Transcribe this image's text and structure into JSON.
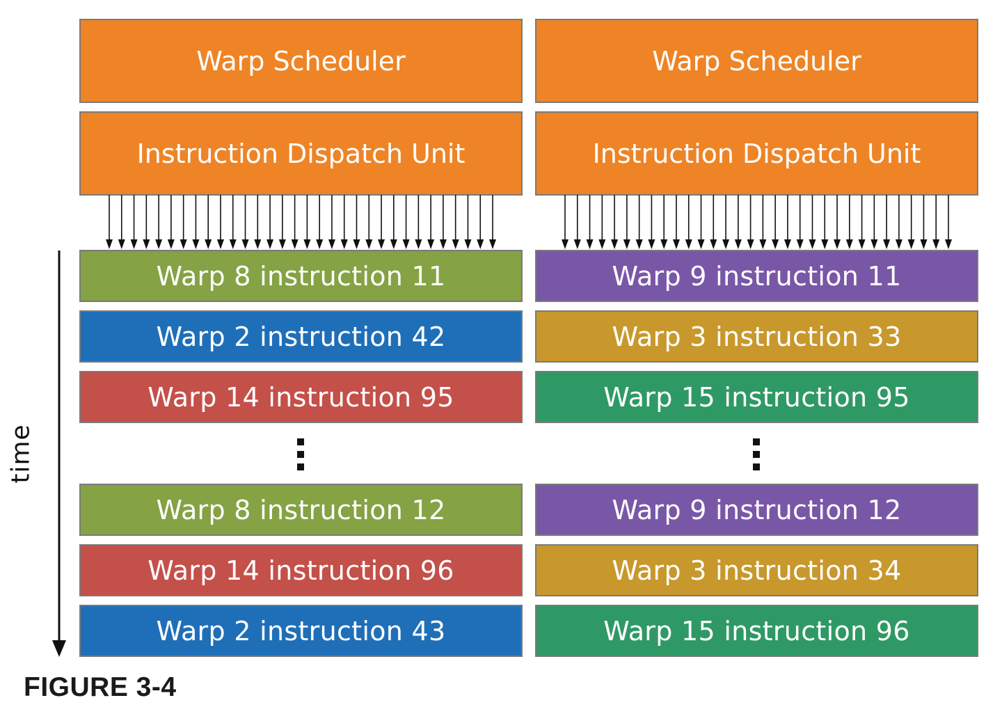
{
  "columns": [
    {
      "scheduler_label": "Warp Scheduler",
      "dispatch_label": "Instruction Dispatch Unit",
      "rows_top": [
        {
          "label": "Warp 8 instruction 11",
          "color": "#85a244"
        },
        {
          "label": "Warp 2 instruction 42",
          "color": "#1f6fb8"
        },
        {
          "label": "Warp 14 instruction 95",
          "color": "#c4504a"
        }
      ],
      "rows_bottom": [
        {
          "label": "Warp 8 instruction 12",
          "color": "#85a244"
        },
        {
          "label": "Warp 14 instruction 96",
          "color": "#c4504a"
        },
        {
          "label": "Warp 2 instruction 43",
          "color": "#1f6fb8"
        }
      ]
    },
    {
      "scheduler_label": "Warp Scheduler",
      "dispatch_label": "Instruction Dispatch Unit",
      "rows_top": [
        {
          "label": "Warp 9 instruction 11",
          "color": "#7957a7"
        },
        {
          "label": "Warp 3 instruction 33",
          "color": "#c8982c"
        },
        {
          "label": "Warp 15 instruction 95",
          "color": "#2f9965"
        }
      ],
      "rows_bottom": [
        {
          "label": "Warp 9 instruction 12",
          "color": "#7957a7"
        },
        {
          "label": "Warp 3 instruction 34",
          "color": "#c8982c"
        },
        {
          "label": "Warp 15 instruction 96",
          "color": "#2f9965"
        }
      ]
    }
  ],
  "time_label": "time",
  "caption": "FIGURE 3-4",
  "colors": {
    "orange": "#ee8426",
    "border": "#7a7a7a"
  }
}
